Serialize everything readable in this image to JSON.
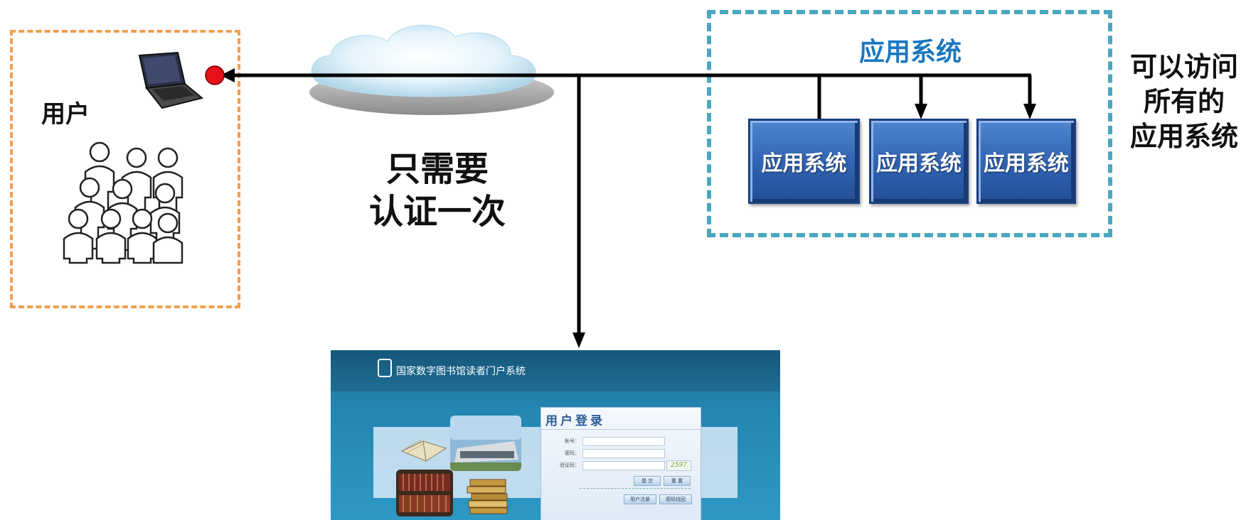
{
  "diagram": {
    "user_label": "用户",
    "auth_once_lines": [
      "只需要",
      "认证一次"
    ],
    "app_group_title": "应用系统",
    "app_tiles": [
      "应用系统",
      "应用系统",
      "应用系统"
    ],
    "access_all_lines": [
      "可以访问",
      "所有的",
      "应用系统"
    ]
  },
  "portal": {
    "title": "国家数字图书馆读者门户系统",
    "login_title": "用户登录",
    "fields": [
      "账号：",
      "密码：",
      "验证码："
    ],
    "captcha": "2597",
    "buttons": [
      "提 交",
      "重 置"
    ],
    "links": [
      "用户注册",
      "密码找回"
    ]
  },
  "colors": {
    "user_box_border": "#f0a050",
    "app_box_border": "#4aa7bf",
    "app_title": "#1a77c0",
    "tile": "#2f62b2",
    "endpoint": "#e8101a"
  },
  "icons": [
    "laptop-icon",
    "people-group-icon",
    "cloud-icon",
    "red-dot-icon"
  ]
}
